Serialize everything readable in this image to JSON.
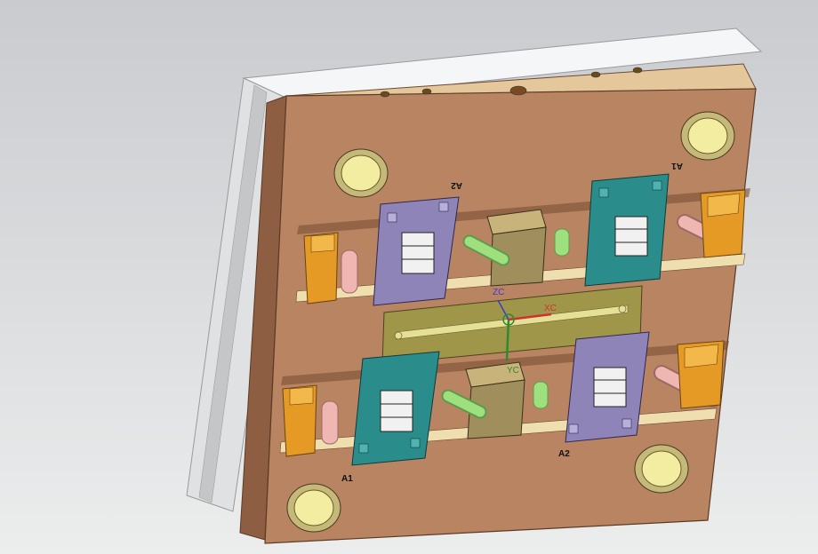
{
  "viewport": {
    "background_top": "#c9cbcf",
    "background_bottom": "#eceded"
  },
  "model": {
    "colors": {
      "plate": "#b88462",
      "plate_dark": "#8e5e42",
      "plate_top": "#e4c79a",
      "back_plate": "#e6e8ea",
      "cavity_teal": "#2b8d8b",
      "cavity_purple": "#8e84b8",
      "runner_bar": "#a0964a",
      "guide_bushing": "#f2eda0",
      "lifter_orange": "#e49a24",
      "pin_pink": "#f0b6b2",
      "pin_green": "#9fe07e",
      "slider_block": "#a08e5c"
    },
    "cavity_labels": {
      "a1_top": "A1",
      "a2_top": "A2",
      "a1_bottom": "A1",
      "a2_bottom": "A2"
    }
  },
  "triad": {
    "zc": "ZC",
    "xc": "XC",
    "yc": "YC",
    "zc_color": "#3a3ad0",
    "xc_color": "#d03030",
    "yc_color": "#2e8a2e"
  }
}
